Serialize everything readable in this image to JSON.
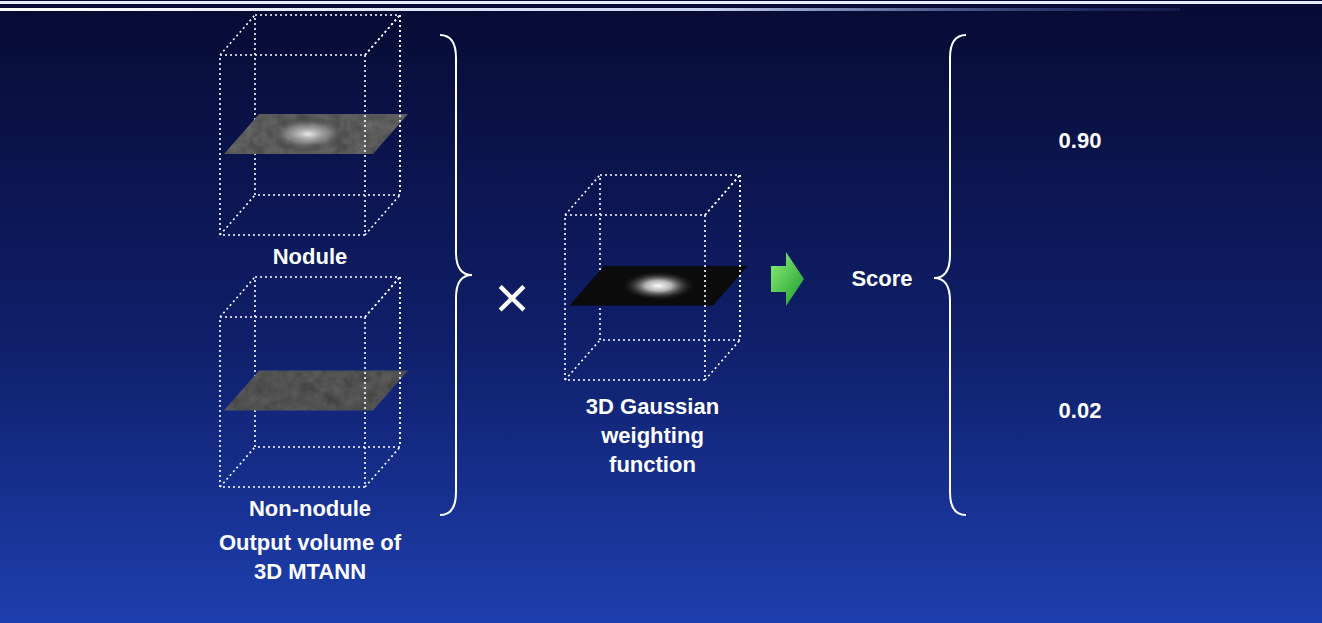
{
  "diagram": {
    "nodes": [
      {
        "text": [
          "Nodule"
        ]
      },
      {
        "text": [
          "Non-nodule"
        ]
      },
      {
        "text": [
          "3D Gaussian weighting function"
        ]
      }
    ],
    "labels": [
      "Output volume of 3D MTANN",
      "×",
      "Score",
      "0.90",
      "0.02"
    ]
  }
}
